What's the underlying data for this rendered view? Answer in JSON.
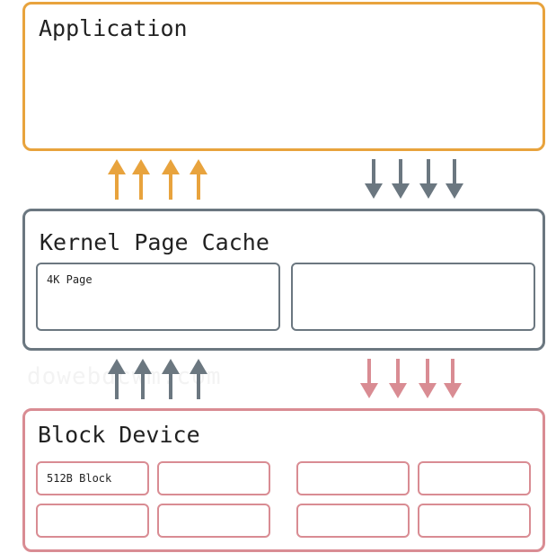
{
  "colors": {
    "application": "#e8a33d",
    "kernel": "#6b7780",
    "block": "#d98c93",
    "text": "#222222"
  },
  "application": {
    "title": "Application"
  },
  "kernel": {
    "title": "Kernel Page Cache",
    "pages": [
      "4K Page",
      ""
    ]
  },
  "block_device": {
    "title": "Block Device",
    "blocks": [
      "512B Block",
      "",
      "",
      "",
      "",
      "",
      "",
      ""
    ]
  },
  "watermark": "dowebdcwm.com",
  "arrows": [
    {
      "from": "kernel",
      "to": "application",
      "direction": "up",
      "color": "application",
      "count": 4
    },
    {
      "from": "application",
      "to": "kernel",
      "direction": "down",
      "color": "kernel",
      "count": 4
    },
    {
      "from": "block_device",
      "to": "kernel",
      "direction": "up",
      "color": "kernel",
      "count": 4
    },
    {
      "from": "kernel",
      "to": "block_device",
      "direction": "down",
      "color": "block",
      "count": 4
    }
  ]
}
